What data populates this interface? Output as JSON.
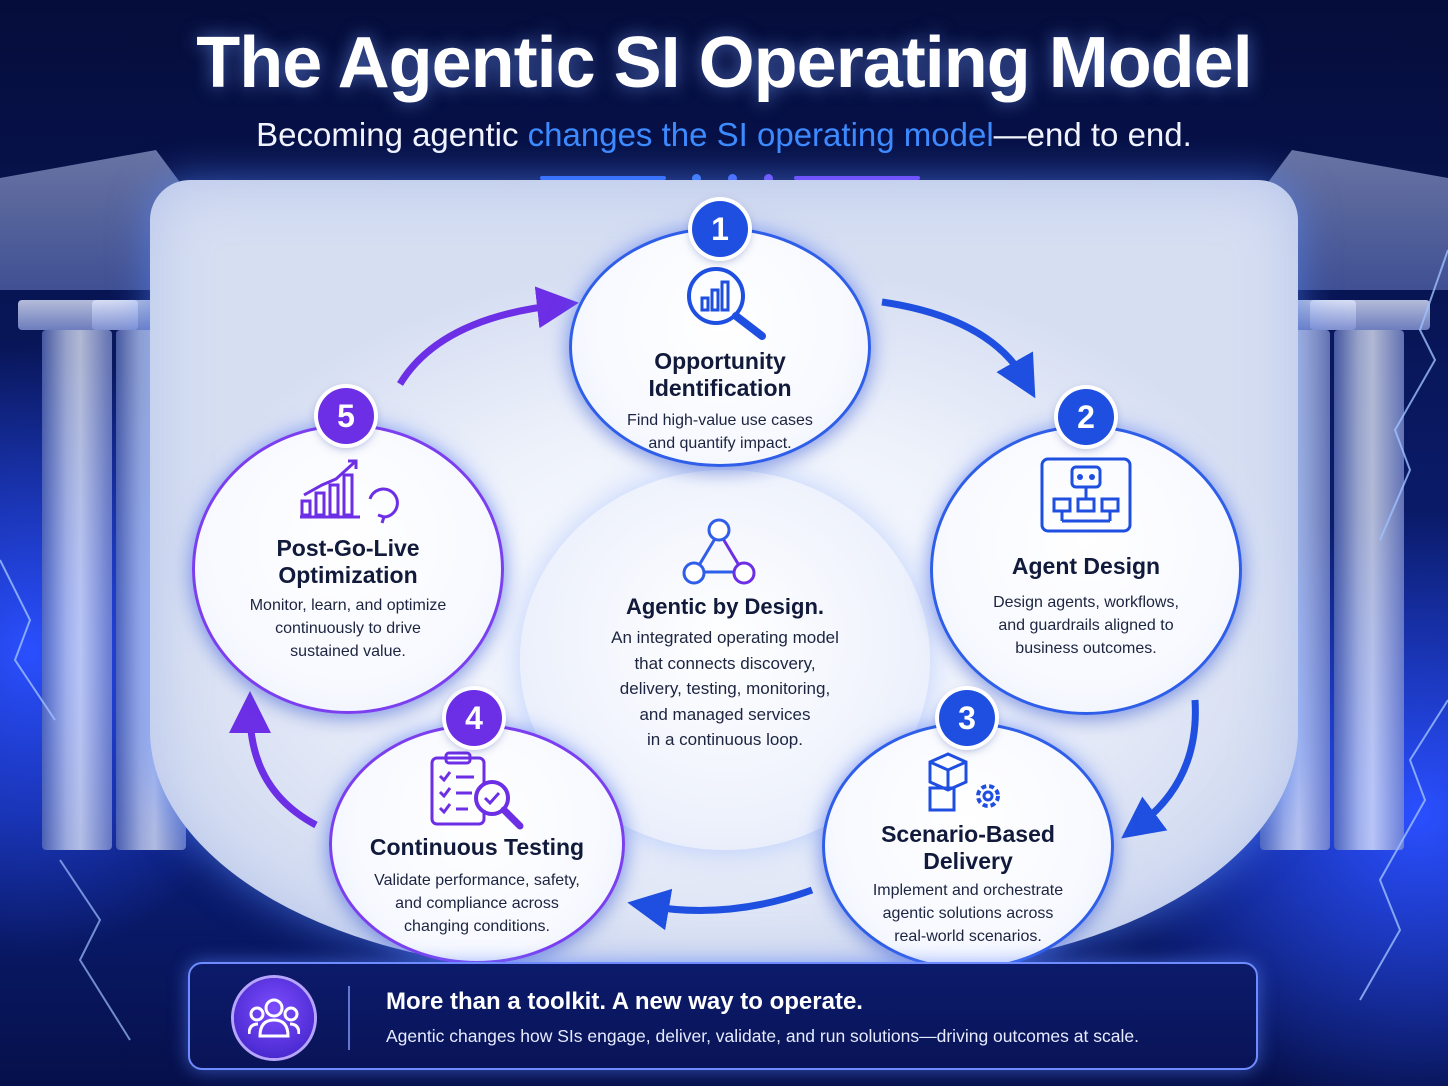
{
  "header": {
    "title": "The Agentic SI Operating Model",
    "subtitle_prefix": "Becoming agentic ",
    "subtitle_highlight": "changes the SI operating model",
    "subtitle_suffix": "—end to end."
  },
  "colors": {
    "primary_blue": "#1f4fe0",
    "accent_purple": "#6c2fe6",
    "highlight_text": "#3d8bff",
    "background_navy": "#0a1a66"
  },
  "center": {
    "icon": "network-nodes-icon",
    "title": "Agentic by Design.",
    "lines": [
      "An integrated operating model",
      "that connects discovery,",
      "delivery, testing, monitoring,",
      "and managed services",
      "in a continuous loop."
    ]
  },
  "steps": [
    {
      "number": "1",
      "title_lines": [
        "Opportunity",
        "Identification"
      ],
      "desc_lines": [
        "Find high-value use cases",
        "and quantify impact."
      ],
      "icon": "magnifier-chart-icon",
      "color": "#1f4fe0"
    },
    {
      "number": "2",
      "title_lines": [
        "Agent Design"
      ],
      "desc_lines": [
        "Design agents, workflows,",
        "and guardrails aligned to",
        "business outcomes."
      ],
      "icon": "robot-blueprint-icon",
      "color": "#1f4fe0"
    },
    {
      "number": "3",
      "title_lines": [
        "Scenario-Based",
        "Delivery"
      ],
      "desc_lines": [
        "Implement and orchestrate",
        "agentic solutions across",
        "real-world scenarios."
      ],
      "icon": "boxes-gear-icon",
      "color": "#1f4fe0"
    },
    {
      "number": "4",
      "title_lines": [
        "Continuous Testing"
      ],
      "desc_lines": [
        "Validate performance, safety,",
        "and compliance across",
        "changing conditions."
      ],
      "icon": "checklist-magnifier-icon",
      "color": "#6c2fe6"
    },
    {
      "number": "5",
      "title_lines": [
        "Post-Go-Live",
        "Optimization"
      ],
      "desc_lines": [
        "Monitor, learn, and optimize",
        "continuously to drive",
        "sustained value."
      ],
      "icon": "growth-chart-cycle-icon",
      "color": "#6c2fe6"
    }
  ],
  "banner": {
    "icon": "people-group-icon",
    "title": "More than a toolkit. A new way to operate.",
    "description": "Agentic changes how SIs engage, deliver, validate, and run solutions—driving outcomes at scale."
  }
}
